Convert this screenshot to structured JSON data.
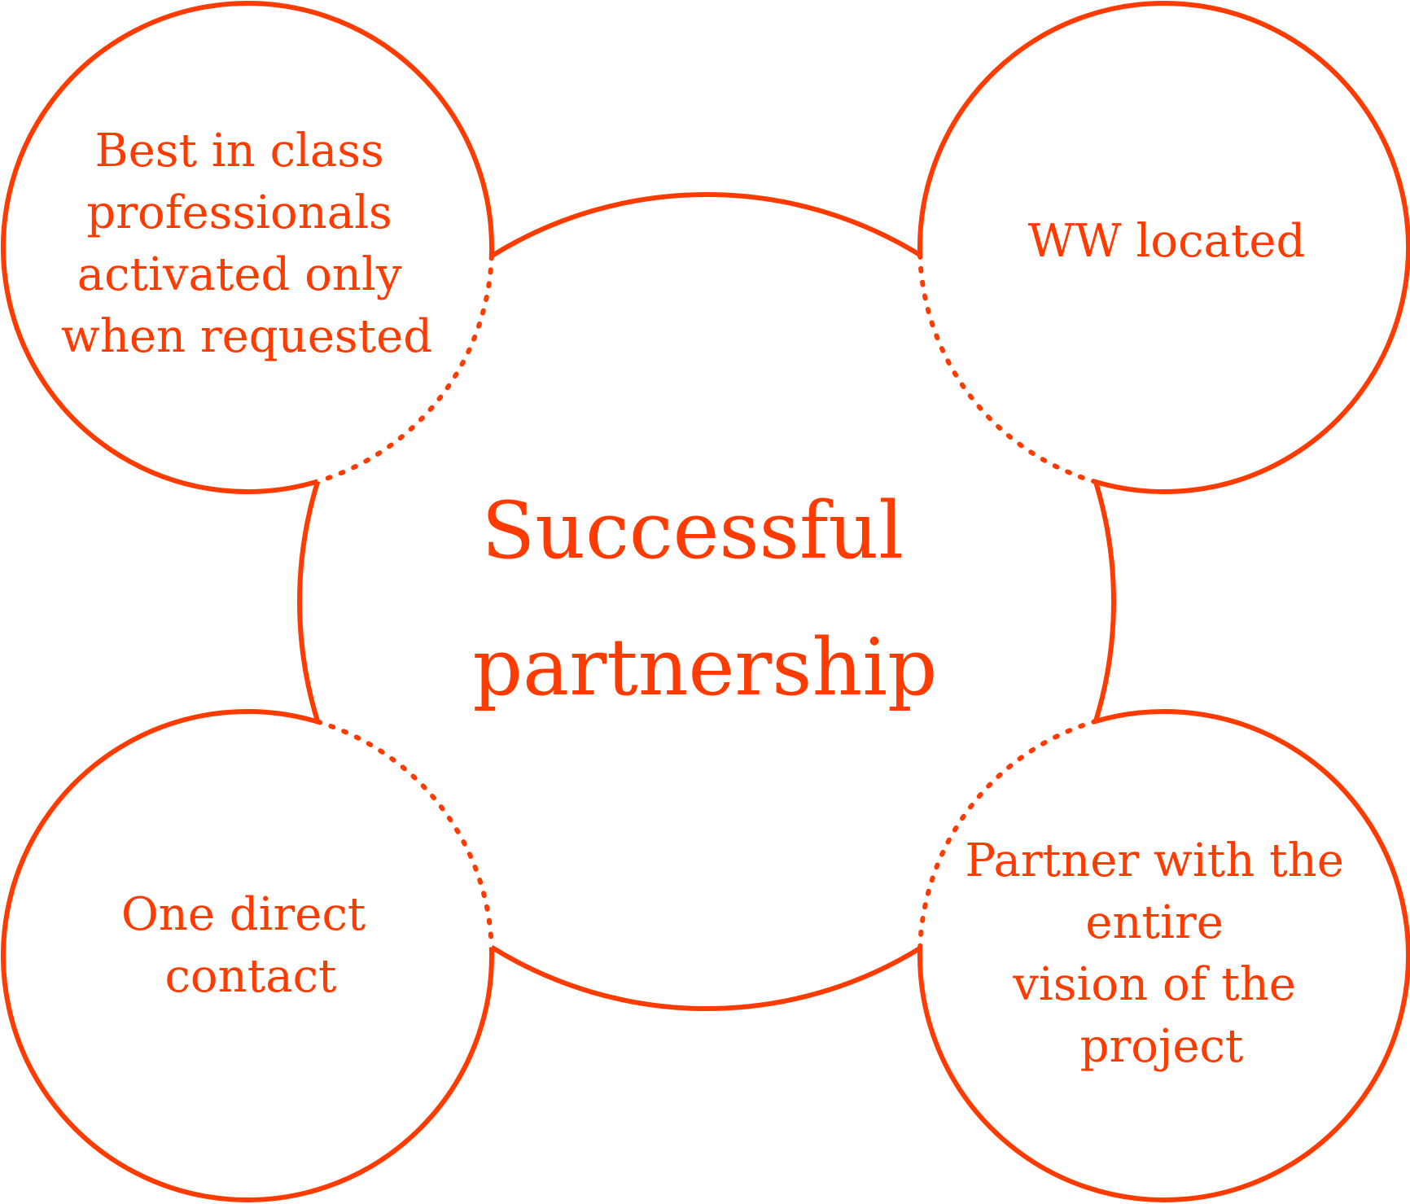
{
  "colors": {
    "accent": "#ff3b00",
    "background": "#ffffff"
  },
  "center": {
    "lines": [
      "Successful",
      "partnership"
    ]
  },
  "nodes": [
    {
      "id": "top-left",
      "lines": [
        "Best in class",
        "professionals",
        "activated only",
        "when requested"
      ]
    },
    {
      "id": "top-right",
      "lines": [
        "WW located"
      ]
    },
    {
      "id": "bottom-left",
      "lines": [
        "One direct",
        "contact"
      ]
    },
    {
      "id": "bottom-right",
      "lines": [
        "Partner with the",
        "entire",
        "vision of the",
        "project"
      ]
    }
  ]
}
